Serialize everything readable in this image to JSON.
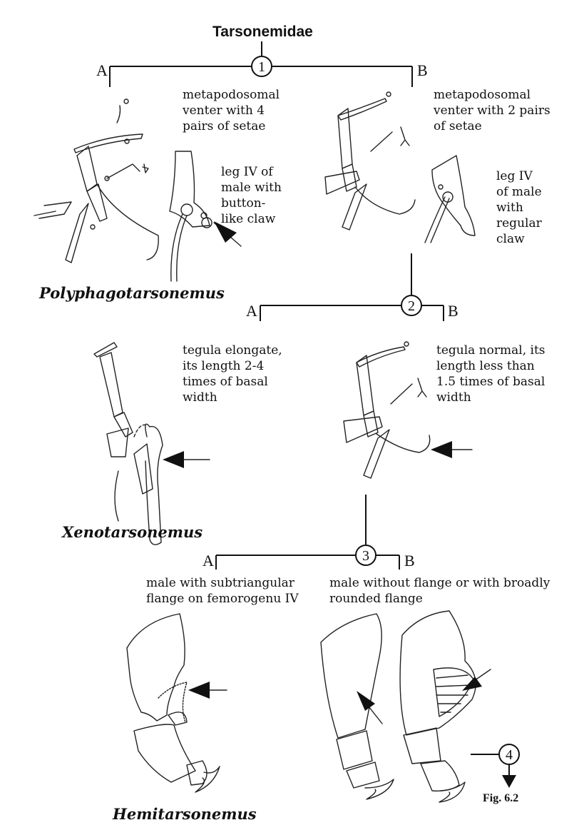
{
  "title": "Tarsonemidae",
  "nodes": [
    "1",
    "2",
    "3",
    "4"
  ],
  "branch_a": "A",
  "branch_b": "B",
  "couplet1": {
    "a_text": "metapodosomal venter with 4 pairs of setae",
    "a_leg_text": "leg IV of male with button-like claw",
    "b_text": "metapodosomal venter with 2 pairs of setae",
    "b_leg_text": "leg IV of male with regular claw",
    "genus_a": "Polyphagotarsonemus"
  },
  "couplet2": {
    "a_text": "tegula elongate, its length 2-4 times of basal width",
    "b_text": "tegula normal, its length less than 1.5 times of basal width",
    "genus_a": "Xenotarsonemus"
  },
  "couplet3": {
    "a_text": "male with subtriangular flange on femorogenu IV",
    "b_text": "male without flange or with broadly rounded flange",
    "genus_a": "Hemitarsonemus"
  },
  "figure_label": "Fig. 6.2"
}
